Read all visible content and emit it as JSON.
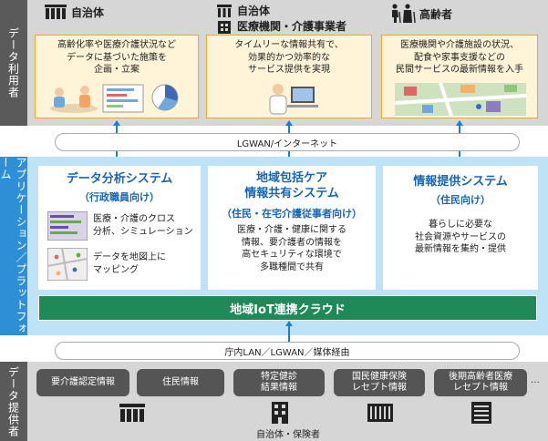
{
  "side_labels": {
    "users": "データ利用者",
    "platform": "アプリケーション／プラットフォーム",
    "providers": "データ提供者"
  },
  "users": [
    {
      "title_line1": "自治体",
      "title_line2": "",
      "lines": [
        "高齢化率や医療介護状況など",
        "データに基づいた施策を",
        "企画・立案"
      ],
      "icon": "municipal-building-icon"
    },
    {
      "title_line1": "自治体",
      "title_line2": "医療機関・介護事業者",
      "lines": [
        "タイムリーな情報共有で、",
        "効果的かつ効率的な",
        "サービス提供を実現"
      ],
      "icon": "hospital-building-icon"
    },
    {
      "title_line1": "高齢者",
      "title_line2": "",
      "lines": [
        "医療機関や介護施設の状況、",
        "配食や家事支援などの",
        "民間サービスの最新情報を入手"
      ],
      "icon": "elderly-couple-icon"
    }
  ],
  "network_top": "LGWAN/インターネット",
  "systems": [
    {
      "title": "データ分析システム",
      "subtitle": "（行政職員向け）",
      "item1_lines": [
        "医療・介護のクロス",
        "分析、シミュレーション"
      ],
      "item2_lines": [
        "データを地図上に",
        "マッピング"
      ]
    },
    {
      "title_line1": "地域包括ケア",
      "title_line2": "情報共有システム",
      "subtitle": "（住民・在宅介護従事者向け）",
      "lines": [
        "医療・介護・健康に関する",
        "情報、要介護者の情報を",
        "高セキュリティな環境で",
        "多職種間で共有"
      ]
    },
    {
      "title": "情報提供システム",
      "subtitle": "（住民向け）",
      "lines": [
        "暮らしに必要な",
        "社会資源やサービスの",
        "最新情報を集約・提供"
      ]
    }
  ],
  "cloud": "地域IoT連携クラウド",
  "network_bottom": "庁内LAN／LGWAN／媒体経由",
  "providers": [
    {
      "lines": [
        "要介護認定情報"
      ],
      "icon": "municipal-building-icon"
    },
    {
      "lines": [
        "住民情報"
      ],
      "icon": ""
    },
    {
      "lines": [
        "特定健診",
        "結果情報"
      ],
      "icon": "building-icon"
    },
    {
      "lines": [
        "国民健康保険",
        "レセプト情報"
      ],
      "icon": "office-building-icon"
    },
    {
      "lines": [
        "後期高齢者医療",
        "レセプト情報"
      ],
      "icon": "document-building-icon"
    }
  ],
  "provider_more": "…",
  "provider_caption": "自治体・保険者",
  "colors": {
    "user_band": "#d6d6d6",
    "user_box": "#fff4d8",
    "user_box_border": "#f5a623",
    "platform_band": "#bfe3f6",
    "system_title": "#1565b8",
    "cloud": "#1f8a57",
    "chip": "#555555",
    "arrow": "#1a7fd0"
  }
}
